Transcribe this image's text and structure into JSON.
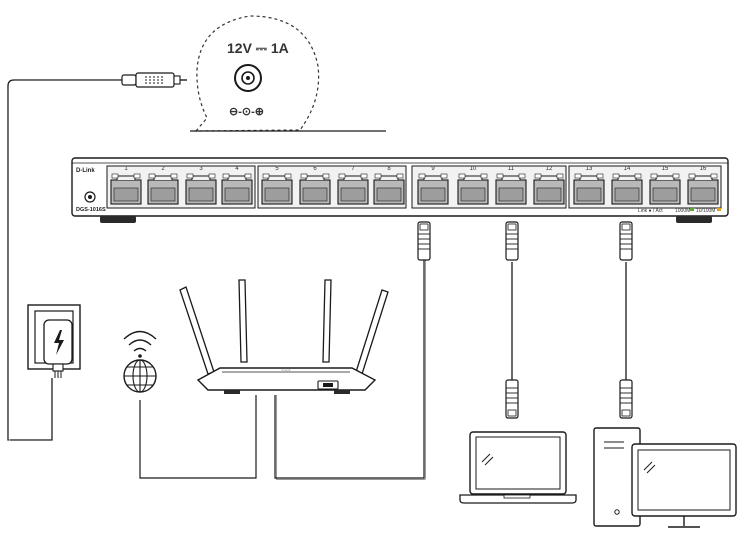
{
  "colors": {
    "stroke": "#1a1a1a",
    "body_fill": "#ffffff",
    "panel_fill": "#f2f2f2",
    "port_fill": "#b9b9b9",
    "dark": "#2a2a2a",
    "led_green": "#5aa832",
    "led_amber": "#e0a21a"
  },
  "power": {
    "spec_label": "12V ⎓ 1A",
    "polarity": "⊖-⊙-⊕"
  },
  "switch": {
    "brand": "D-Link",
    "model": "DGS-1016S",
    "ports": [
      "1",
      "2",
      "3",
      "4",
      "5",
      "6",
      "7",
      "8",
      "9",
      "10",
      "11",
      "12",
      "13",
      "14",
      "15",
      "16"
    ],
    "legend_link": "Link ● / Act",
    "legend_1000": "1000M",
    "legend_10100": "10/100M"
  },
  "router": {
    "brand": "D-Link"
  },
  "icons": [
    "power-adapter-icon",
    "wifi-icon",
    "globe-icon",
    "router-icon",
    "laptop-icon",
    "desktop-icon",
    "ethernet-plug-icon",
    "dc-jack-icon"
  ]
}
